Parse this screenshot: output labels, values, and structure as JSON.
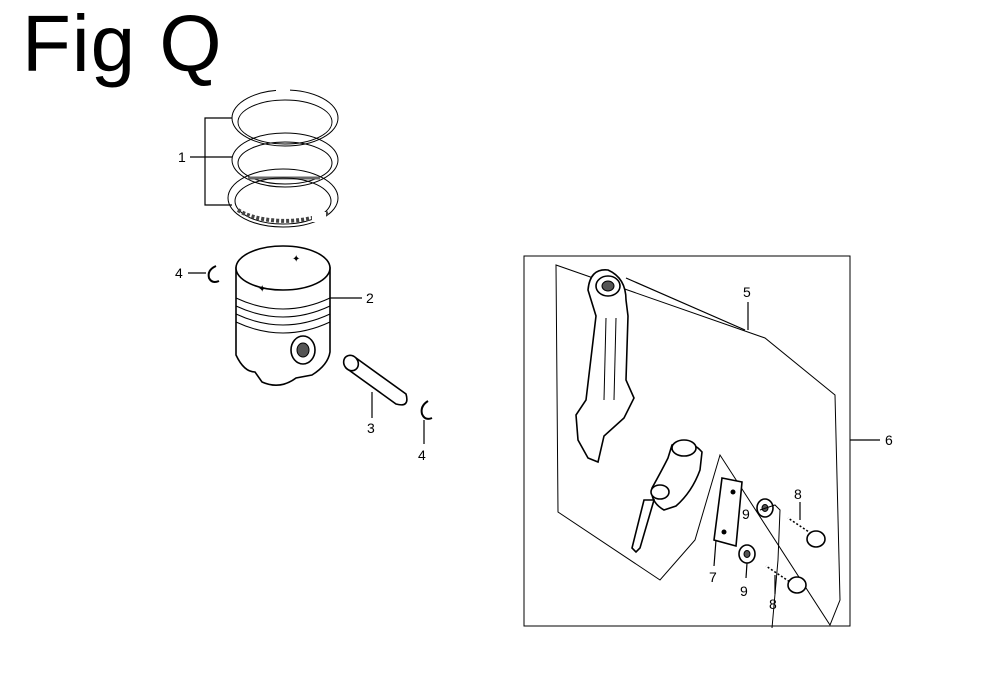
{
  "title": "Fig Q",
  "callouts": {
    "piston_rings": "1",
    "piston": "2",
    "piston_pin": "3",
    "clip_left": "4",
    "clip_right": "4",
    "connecting_rod": "5",
    "connecting_rod_assembly": "6",
    "lock_plate": "7",
    "bolt_upper": "8",
    "bolt_lower": "8",
    "washer_upper": "9",
    "washer_lower": "9"
  },
  "colors": {
    "line": "#000000",
    "background": "#ffffff"
  }
}
